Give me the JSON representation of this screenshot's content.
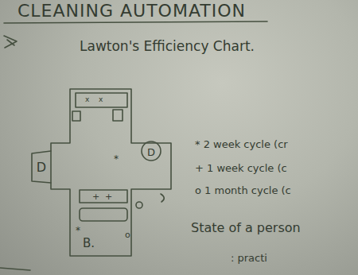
{
  "diagram": {
    "title": "CLEANING AUTOMATION",
    "labels": [
      "Lawton's Efficiency Chart.",
      "x",
      "x",
      "*",
      "D",
      "D",
      "+",
      "+",
      "*",
      "B.",
      "o",
      "* 2 week cycle (cr",
      "+ 1 week cycle (c",
      "o 1 month cycle (c",
      "State of a person",
      ": practi"
    ]
  }
}
